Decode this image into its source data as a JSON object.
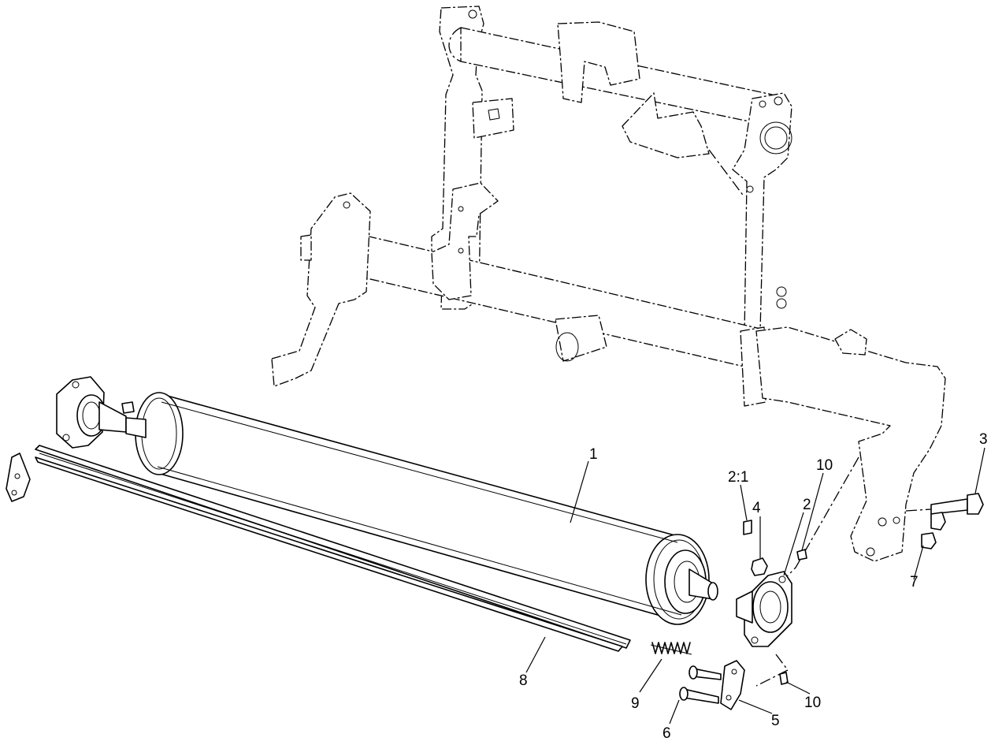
{
  "callouts": {
    "c1": "1",
    "c2": "2",
    "c2_1": "2:1",
    "c3": "3",
    "c4": "4",
    "c5": "5",
    "c6": "6",
    "c7": "7",
    "c8": "8",
    "c9": "9",
    "c10_upper": "10",
    "c10_lower": "10"
  }
}
